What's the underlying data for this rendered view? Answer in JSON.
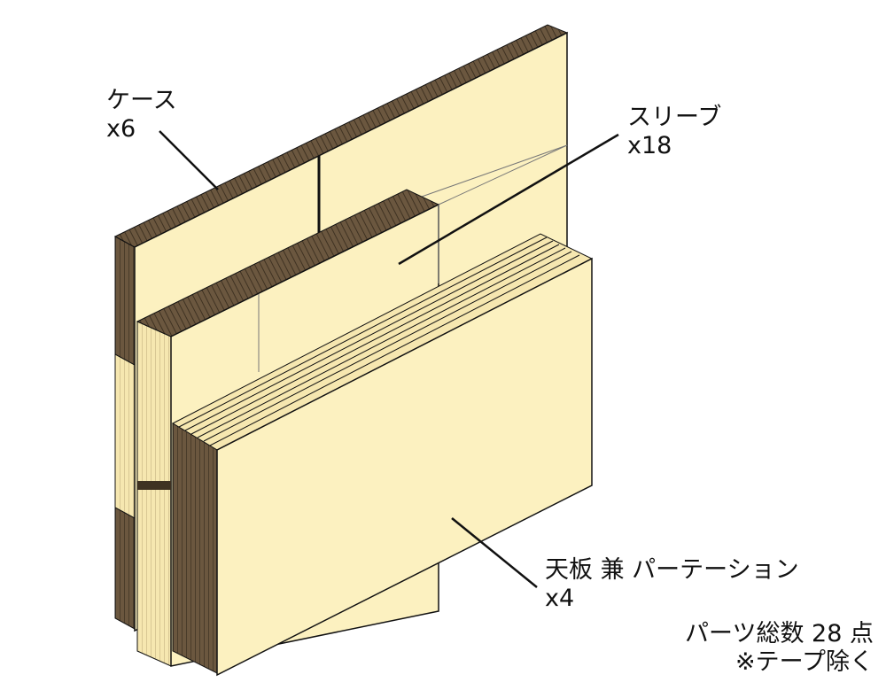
{
  "labels": {
    "case": {
      "name": "ケース",
      "count": "x6"
    },
    "sleeve": {
      "name": "スリーブ",
      "count": "x18"
    },
    "panel": {
      "name": "天板 兼 パーテーション",
      "count": "x4"
    }
  },
  "note": {
    "total": "パーツ総数 28 点",
    "tape": "※テープ除く"
  },
  "colors": {
    "face": "#fcf1c0",
    "edge_dark": "#5a4a35",
    "edge_mid": "#7a6449",
    "panel_edge": "#f7ebb8",
    "line": "#111111"
  }
}
